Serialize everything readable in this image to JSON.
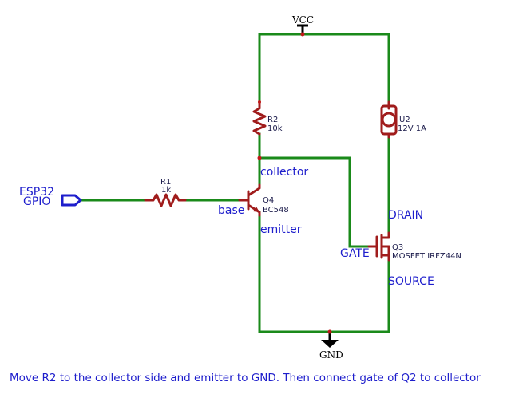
{
  "power": {
    "vcc_label": "VCC",
    "gnd_label": "GND"
  },
  "input_port": {
    "line1": "ESP32",
    "line2": "GPIO"
  },
  "r1": {
    "ref": "R1",
    "value": "1k"
  },
  "r2": {
    "ref": "R2",
    "value": "10k"
  },
  "u2": {
    "ref": "U2",
    "value": "12V 1A"
  },
  "q4": {
    "ref": "Q4",
    "value": "BC548",
    "collector_label": "collector",
    "base_label": "base",
    "emitter_label": "emitter"
  },
  "q3": {
    "ref": "Q3",
    "value": "MOSFET IRFZ44N",
    "drain_label": "DRAIN",
    "gate_label": "GATE",
    "source_label": "SOURCE"
  },
  "caption": "Move R2 to the collector side and emitter to GND. Then connect gate of Q2 to collector",
  "colors": {
    "wire": "#1a8a1a",
    "component": "#a01c1c",
    "label_blue": "#1e1ecc"
  }
}
